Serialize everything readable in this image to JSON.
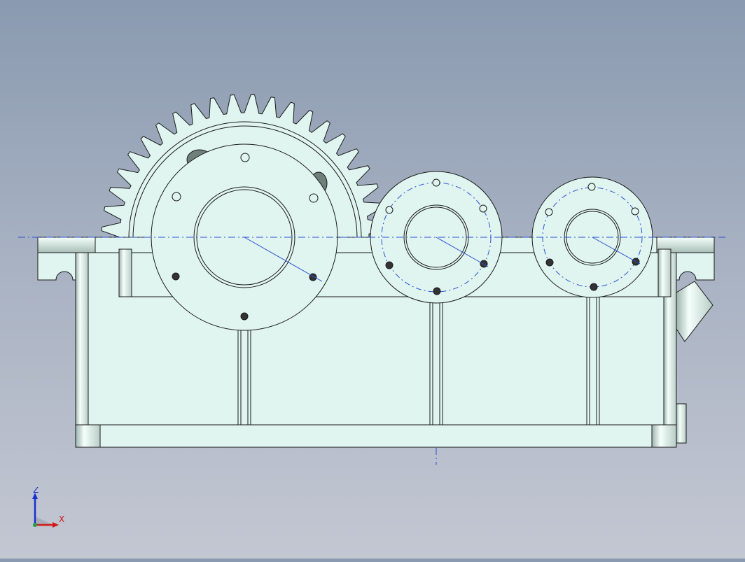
{
  "viewport": {
    "background_top": "#8a9ab0",
    "background_bottom": "#c3c7d2",
    "part_fill": "#e0f5ef",
    "edge_color": "#1a1a1a",
    "centerline_color": "#2a4fd6",
    "gear_teeth_count": 44
  },
  "triad": {
    "z_label": "Z",
    "x_label": "X",
    "z_color": "#1a2fd0",
    "x_color": "#d01a1a",
    "origin_color": "#20a040"
  }
}
